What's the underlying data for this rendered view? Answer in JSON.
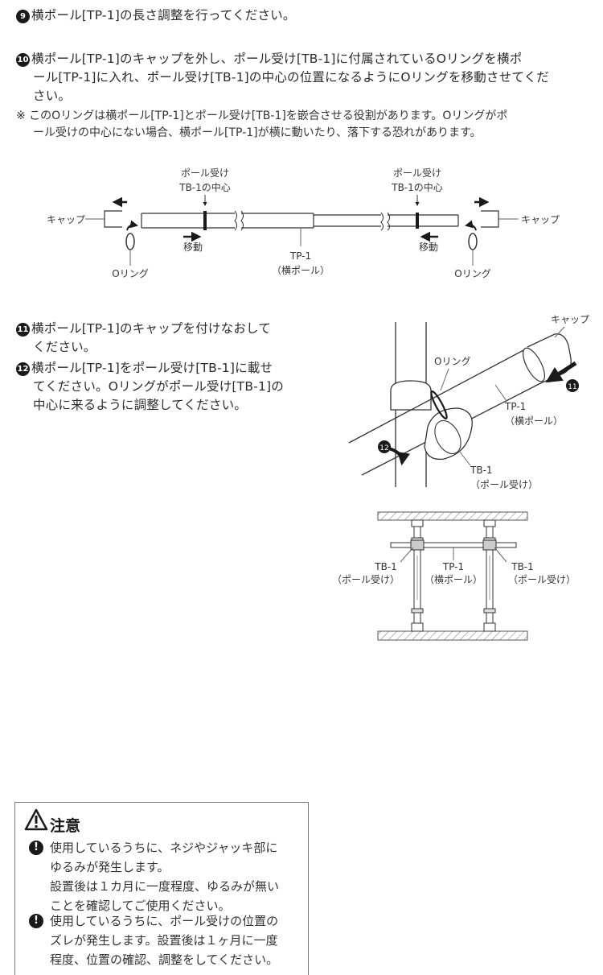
{
  "steps": {
    "s9": {
      "num": "9",
      "text": "横ポール[TP-1]の長さ調整を行ってください。"
    },
    "s10": {
      "num": "10",
      "line1": "横ポール[TP-1]のキャップを外し、ポール受け[TB-1]に付属されているOリングを横ポ",
      "line2": "ール[TP-1]に入れ、ポール受け[TB-1]の中心の位置になるようにOリングを移動させてくだ",
      "line3": "さい。"
    },
    "note": {
      "line1": "※ このOリングは横ポール[TP-1]とポール受け[TB-1]を嵌合させる役割があります。Oリングがポ",
      "line2": "ール受けの中心にない場合、横ポール[TP-1]が横に動いたり、落下する恐れがあります。"
    },
    "s11": {
      "num": "11",
      "line1": "横ポール[TP-1]のキャップを付けなおして",
      "line2": "ください。"
    },
    "s12": {
      "num": "12",
      "line1": "横ポール[TP-1]をポール受け[TB-1]に載せ",
      "line2": "てください。Oリングがポール受け[TB-1]の",
      "line3": "中心に来るように調整してください。"
    }
  },
  "diagram1": {
    "cap_left": "キャップ",
    "cap_right": "キャップ",
    "center_left_1": "ポール受け",
    "center_left_2": "TB-1の中心",
    "center_right_1": "ポール受け",
    "center_right_2": "TB-1の中心",
    "move_left": "移動",
    "move_right": "移動",
    "oring_left": "Oリング",
    "oring_right": "Oリング",
    "tp_1": "TP-1",
    "tp_2": "（横ポール）"
  },
  "diagram2": {
    "cap": "キャップ",
    "oring": "Oリング",
    "tp_1": "TP-1",
    "tp_2": "（横ポール）",
    "tb_1": "TB-1",
    "tb_2": "（ポール受け）",
    "badge11": "11",
    "badge12": "12"
  },
  "diagram3": {
    "tb_left_1": "TB-1",
    "tb_left_2": "（ポール受け）",
    "tp_1": "TP-1",
    "tp_2": "（横ポール）",
    "tb_right_1": "TB-1",
    "tb_right_2": "（ポール受け）"
  },
  "caution": {
    "title": "注意",
    "item1_line1": "使用しているうちに、ネジやジャッキ部に",
    "item1_line2": "ゆるみが発生します。",
    "item1_line3": "設置後は１カ月に一度程度、ゆるみが無い",
    "item1_line4": "ことを確認してご使用ください。",
    "item2_line1": "使用しているうちに、ポール受けの位置の",
    "item2_line2": "ズレが発生します。設置後は１ヶ月に一度",
    "item2_line3": "程度、位置の確認、調整をしてください。"
  }
}
